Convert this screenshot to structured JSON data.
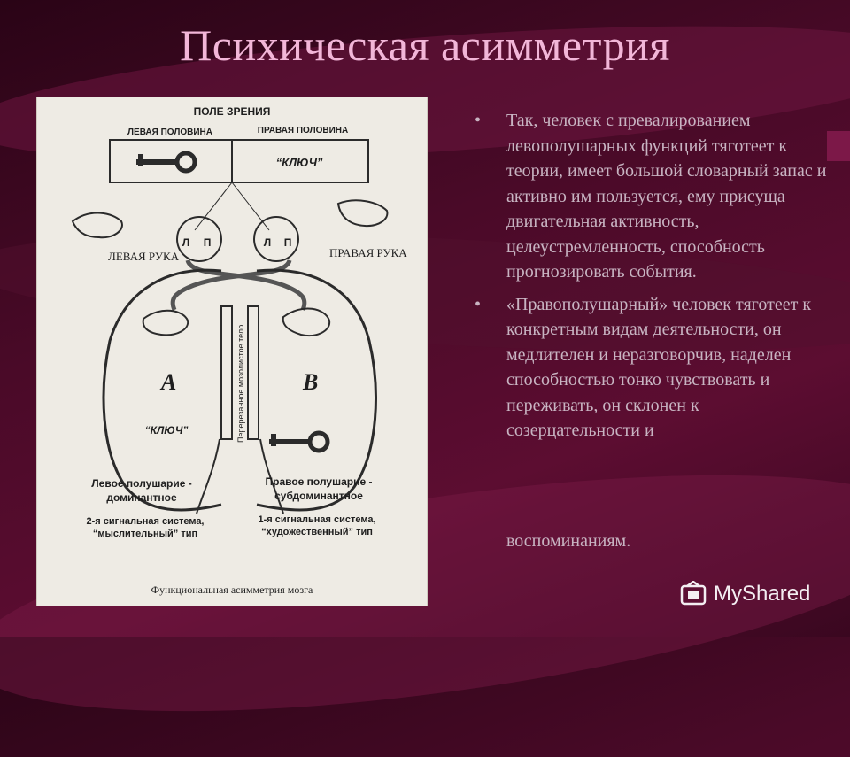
{
  "slide": {
    "title": "Психическая асимметрия",
    "background_color": "#4a0a28",
    "title_color": "#f2b6d8",
    "text_color": "#c8b4c2"
  },
  "bullets": [
    "Так, человек с превалированием левополушарных функций тяготеет к теории, имеет большой словарный запас и активно им пользуется, ему присуща двигательная активность, целеустремленность, способность прогнозировать события.",
    "«Правополушарный» человек тяготеет к конкретным видам деятельности, он медлителен и неразговорчив, наделен способностью тонко чувствовать и переживать, он склонен к созерцательности и",
    "воспоминаниям."
  ],
  "diagram": {
    "field_title": "ПОЛЕ ЗРЕНИЯ",
    "left_half": "ЛЕВАЯ ПОЛОВИНА",
    "right_half": "ПРАВАЯ ПОЛОВИНА",
    "word_key_quoted": "“КЛЮЧ”",
    "left_hand": "ЛЕВАЯ РУКА",
    "right_hand": "ПРАВАЯ РУКА",
    "eye_l": "Л",
    "eye_p": "П",
    "callosum": "Перерезанное мозолистое тело",
    "hemisphere_a": "А",
    "hemisphere_b": "В",
    "word_key_lower": "“КЛЮЧ”",
    "left_hemi_line1": "Левое полушарие -",
    "left_hemi_line2": "доминантное",
    "right_hemi_line1": "Правое полушарие -",
    "right_hemi_line2": "субдоминантное",
    "left_system_line1": "2-я сигнальная система,",
    "left_system_line2": "“мыслительный” тип",
    "right_system_line1": "1-я сигнальная система,",
    "right_system_line2": "“художественный” тип",
    "caption": "Функциональная асимметрия мозга"
  },
  "watermark": {
    "text": "MyShared",
    "icon": "myshared-logo-icon"
  }
}
